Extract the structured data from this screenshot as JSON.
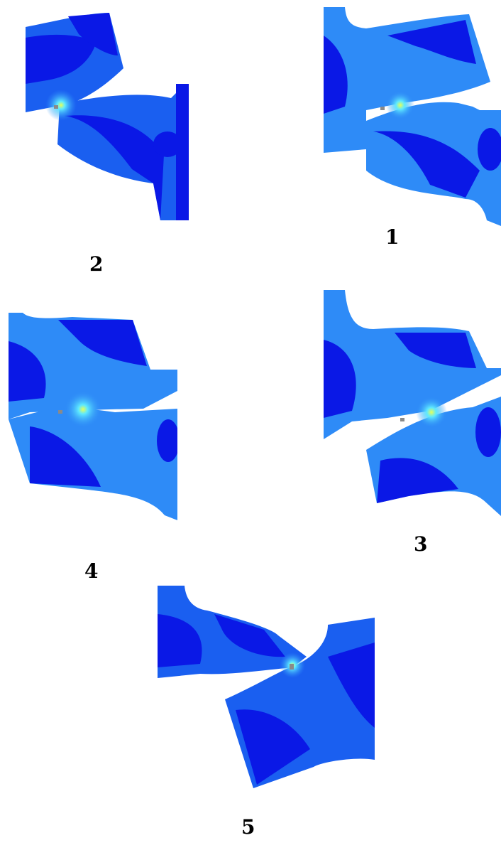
{
  "colors": {
    "background": "#ffffff",
    "deep_blue": "#0a18e6",
    "mid_blue": "#1a5ff0",
    "light_blue": "#2e8bf7",
    "cyan_glow": "#5ee9ff",
    "yellow_hotspot": "#e6ff5a",
    "contact_gray": "#8a8a8a"
  },
  "panels": [
    {
      "id": "1",
      "label": "1"
    },
    {
      "id": "2",
      "label": "2"
    },
    {
      "id": "3",
      "label": "3"
    },
    {
      "id": "4",
      "label": "4"
    },
    {
      "id": "5",
      "label": "5"
    }
  ]
}
